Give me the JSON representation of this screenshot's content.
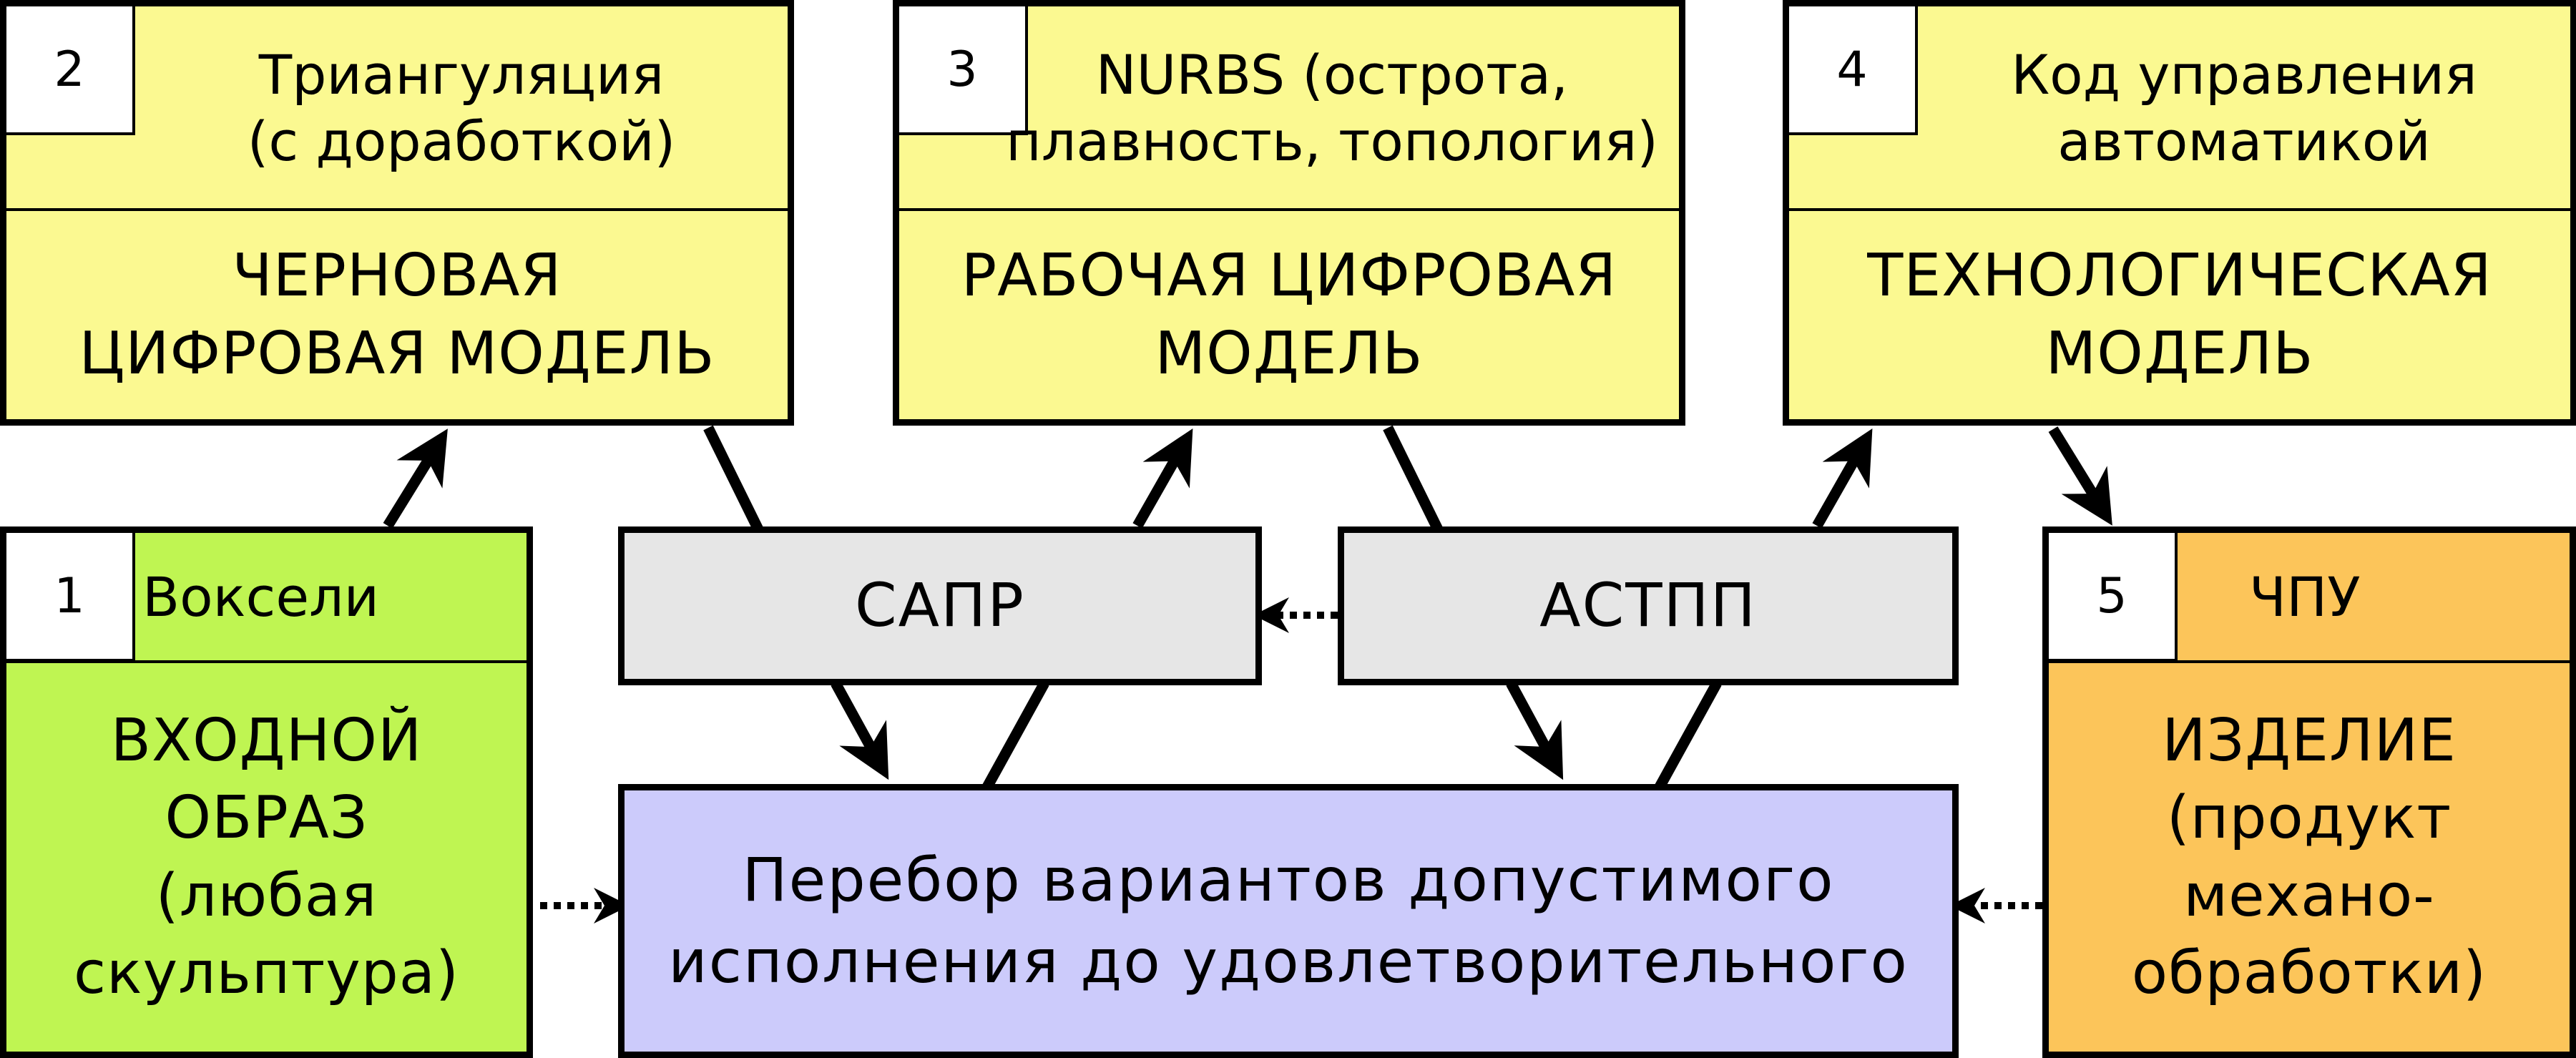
{
  "boxes": {
    "b2": {
      "num": "2",
      "caption": "Триангуляция\n(с доработкой)",
      "title": "ЧЕРНОВАЯ\nЦИФРОВАЯ МОДЕЛЬ"
    },
    "b3": {
      "num": "3",
      "caption": "NURBS (острота,\nплавность, топология)",
      "title": "РАБОЧАЯ ЦИФРОВАЯ\nМОДЕЛЬ"
    },
    "b4": {
      "num": "4",
      "caption": "Код управления\nавтоматикой",
      "title": "ТЕХНОЛОГИЧЕСКАЯ\nМОДЕЛЬ"
    },
    "b1": {
      "num": "1",
      "caption": "Воксели",
      "title": "ВХОДНОЙ\nОБРАЗ\n(любая\nскульптура)"
    },
    "b5": {
      "num": "5",
      "caption": "ЧПУ",
      "title": "ИЗДЕЛИЕ\n(продукт\nмехано-\nобработки)"
    },
    "cad": {
      "label": "САПР"
    },
    "astpp": {
      "label": "АСТПП"
    },
    "search": {
      "label": "Перебор вариантов допустимого\nисполнения до удовлетворительного"
    }
  },
  "colors": {
    "yellow": "#fbf991",
    "green": "#bff552",
    "orange": "#fcc55a",
    "gray": "#e6e6e6",
    "purple": "#cccbfb"
  }
}
